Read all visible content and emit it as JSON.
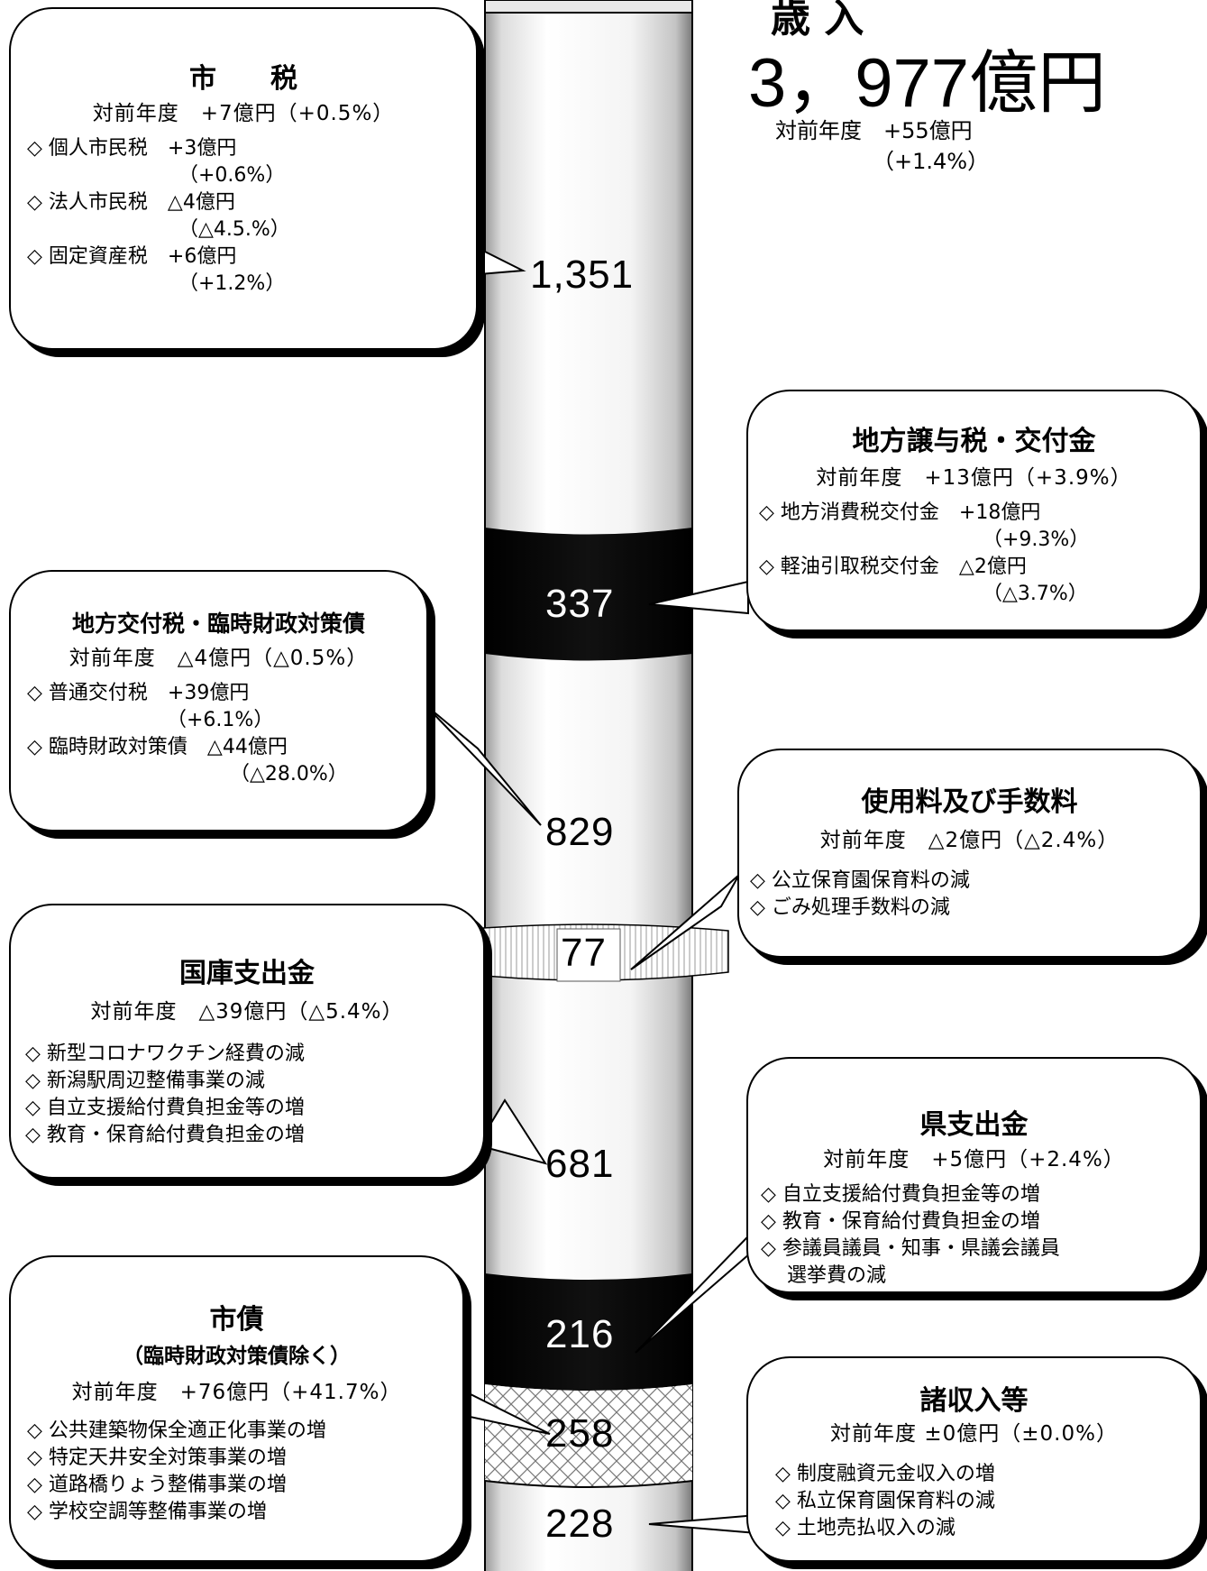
{
  "total": {
    "title": "歳 入",
    "amount": "3，977億円",
    "change_label": "対前年度　+55億円",
    "change_pct": "（+1.4%）"
  },
  "column_values": {
    "city_tax": "1,351",
    "local_transfer": "337",
    "local_allocation": "829",
    "fees": "77",
    "national_subsidy": "681",
    "pref_subsidy": "216",
    "bonds": "258",
    "misc": "228"
  },
  "callouts": {
    "city_tax": {
      "title": "市　　税",
      "change": "対前年度　+7億円（+0.5%）",
      "items": [
        {
          "text": "◇ 個人市民税　+3億円",
          "sub": "（+0.6%）"
        },
        {
          "text": "◇ 法人市民税　△4億円",
          "sub": "（△4.5.%）"
        },
        {
          "text": "◇ 固定資産税　+6億円",
          "sub": "（+1.2%）"
        }
      ]
    },
    "local_transfer": {
      "title": "地方譲与税・交付金",
      "change": "対前年度　+13億円（+3.9%）",
      "items": [
        {
          "text": "◇ 地方消費税交付金　+18億円",
          "sub": "（+9.3%）"
        },
        {
          "text": "◇ 軽油引取税交付金　△2億円",
          "sub": "（△3.7%）"
        }
      ]
    },
    "local_allocation": {
      "title": "地方交付税・臨時財政対策債",
      "change": "対前年度　△4億円（△0.5%）",
      "items": [
        {
          "text": "◇ 普通交付税　+39億円",
          "sub": "（+6.1%）"
        },
        {
          "text": "◇ 臨時財政対策債　△44億円",
          "sub": "（△28.0%）"
        }
      ]
    },
    "fees": {
      "title": "使用料及び手数料",
      "change": "対前年度　△2億円（△2.4%）",
      "items": [
        {
          "text": "◇ 公立保育園保育料の減"
        },
        {
          "text": "◇ ごみ処理手数料の減"
        }
      ]
    },
    "national_subsidy": {
      "title": "国庫支出金",
      "change": "対前年度　△39億円（△5.4%）",
      "items": [
        {
          "text": "◇ 新型コロナワクチン経費の減"
        },
        {
          "text": "◇ 新潟駅周辺整備事業の減"
        },
        {
          "text": "◇ 自立支援給付費負担金等の増"
        },
        {
          "text": "◇ 教育・保育給付費負担金の増"
        }
      ]
    },
    "pref_subsidy": {
      "title": "県支出金",
      "change": "対前年度　+5億円（+2.4%）",
      "items": [
        {
          "text": "◇ 自立支援給付費負担金等の増"
        },
        {
          "text": "◇ 教育・保育給付費負担金の増"
        },
        {
          "text": "◇ 参議員議員・知事・県議会議員"
        },
        {
          "text": "　 選挙費の減"
        }
      ]
    },
    "bonds": {
      "title": "市債",
      "subtitle": "（臨時財政対策債除く）",
      "change": "対前年度　+76億円（+41.7%）",
      "items": [
        {
          "text": "◇ 公共建築物保全適正化事業の増"
        },
        {
          "text": "◇ 特定天井安全対策事業の増"
        },
        {
          "text": "◇ 道路橋りょう整備事業の増"
        },
        {
          "text": "◇ 学校空調等整備事業の増"
        }
      ]
    },
    "misc": {
      "title": "諸収入等",
      "change": "対前年度 ±0億円（±0.0%）",
      "items": [
        {
          "text": "◇ 制度融資元金収入の増"
        },
        {
          "text": "◇ 私立保育園保育料の減"
        },
        {
          "text": "◇ 土地売払収入の減"
        }
      ]
    }
  }
}
